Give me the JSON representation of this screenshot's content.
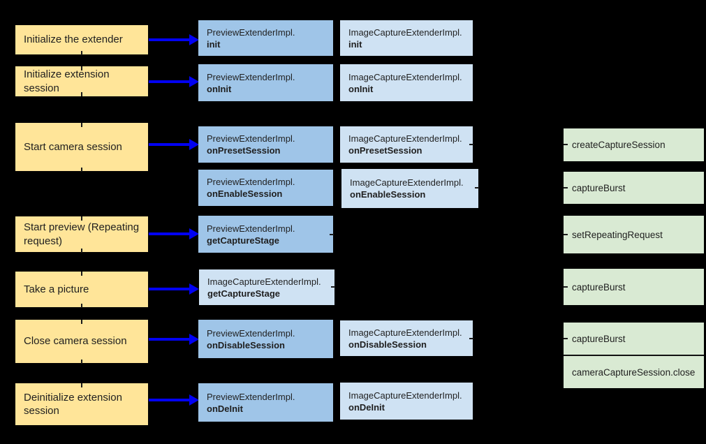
{
  "colors": {
    "background": "#000000",
    "step_bg": "#ffe599",
    "preview_bg": "#9fc5e8",
    "imagecapture_bg": "#cfe2f3",
    "api_bg": "#d9ead3",
    "arrow": "#0202f2",
    "text": "#1f1f1f"
  },
  "rows": [
    {
      "step": "Initialize the extender",
      "preview": {
        "cls": "PreviewExtenderImpl.",
        "method": "init"
      },
      "image_capture": {
        "cls": "ImageCaptureExtenderImpl.",
        "method": "init"
      }
    },
    {
      "step": "Initialize extension session",
      "preview": {
        "cls": "PreviewExtenderImpl.",
        "method": "onInit"
      },
      "image_capture": {
        "cls": "ImageCaptureExtenderImpl.",
        "method": "onInit"
      }
    },
    {
      "step": "Start camera session",
      "preview": {
        "cls": "PreviewExtenderImpl.",
        "method": "onPresetSession"
      },
      "image_capture": {
        "cls": "ImageCaptureExtenderImpl.",
        "method": "onPresetSession"
      },
      "preview2": {
        "cls": "PreviewExtenderImpl.",
        "method": "onEnableSession"
      },
      "image_capture2": {
        "cls": "ImageCaptureExtenderImpl.",
        "method": "onEnableSession"
      },
      "camera2": [
        "createCaptureSession",
        "captureBurst"
      ]
    },
    {
      "step": "Start preview (Repeating request)",
      "preview": {
        "cls": "PreviewExtenderImpl.",
        "method": "getCaptureStage"
      },
      "camera2": [
        "setRepeatingRequest"
      ]
    },
    {
      "step": "Take a picture",
      "image_capture": {
        "cls": "ImageCaptureExtenderImpl.",
        "method": "getCaptureStage"
      },
      "camera2": [
        "captureBurst"
      ]
    },
    {
      "step": "Close camera session",
      "preview": {
        "cls": "PreviewExtenderImpl.",
        "method": "onDisableSession"
      },
      "image_capture": {
        "cls": "ImageCaptureExtenderImpl.",
        "method": "onDisableSession"
      },
      "camera2": [
        "captureBurst",
        "cameraCaptureSession.close"
      ]
    },
    {
      "step": "Deinitialize extension session",
      "preview": {
        "cls": "PreviewExtenderImpl.",
        "method": "onDeInit"
      },
      "image_capture": {
        "cls": "ImageCaptureExtenderImpl.",
        "method": "onDeInit"
      }
    }
  ]
}
